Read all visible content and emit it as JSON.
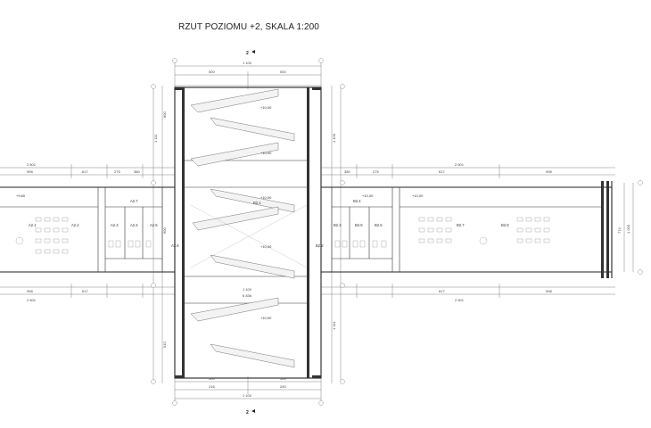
{
  "title": "RZUT POZIOMU +2, SKALA 1:200",
  "section_marks": [
    "2",
    "2"
  ],
  "levels": {
    "l1": "+10,00",
    "l2": "+10,00",
    "l3": "+10,00",
    "l4": "+10,00",
    "l5": "+10,00",
    "l6": "+9,60",
    "l7": "+10,00",
    "l8": "+10,00"
  },
  "rooms": {
    "r_a21": "A2.1",
    "r_a22": "A2.2",
    "r_a23": "A2.3",
    "r_a24": "A2.4",
    "r_a25": "A2.5",
    "r_a26": "A2.6",
    "r_a27": "A2.7",
    "r_b21": "B2.1",
    "r_b22": "B2.2",
    "r_b23": "B2.3",
    "r_b24": "B2.4",
    "r_b25": "B2.5",
    "r_b26": "B2.6",
    "r_b27": "B2.7",
    "r_b28": "B2.8"
  },
  "dims": {
    "top_total": "1 100",
    "top_a": "500",
    "top_b": "500",
    "left_total": "2 601",
    "right_total": "2 601",
    "l_seg1": "998",
    "l_seg2": "617",
    "l_seg3": "275",
    "l_seg4": "380",
    "r_seg1": "380",
    "r_seg2": "275",
    "r_seg3": "617",
    "r_seg4": "998",
    "bot_total": "1 100",
    "bot_a": "500",
    "bot_b": "500",
    "bot_sub1": "216",
    "bot_sub2": "250",
    "mid_total": "1 100",
    "mid_sub": "6 836",
    "v1": "800",
    "v2": "1 111",
    "v3": "600",
    "v4": "1 100",
    "v5": "1 111",
    "v6": "510",
    "side_w": "774",
    "side_w2": "1 000"
  }
}
